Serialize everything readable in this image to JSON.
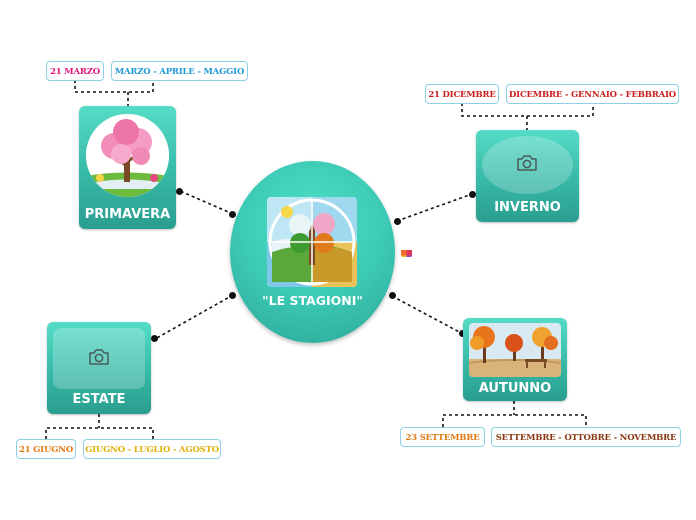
{
  "center": {
    "title": "\"LE STAGIONI\""
  },
  "nodes": {
    "primavera": {
      "label": "PRIMAVERA",
      "date": "21 MARZO",
      "months": "MARZO - APRILE - MAGGIO",
      "date_color": "#e0177a",
      "months_color": "#1f9ad6"
    },
    "inverno": {
      "label": "INVERNO",
      "date": "21 DICEMBRE",
      "months": "DICEMBRE - GENNAIO - FEBBRAIO",
      "date_color": "#c81e1e",
      "months_color": "#c81e1e"
    },
    "estate": {
      "label": "ESTATE",
      "date": "21 GIUGNO",
      "months": "GIUGNO - LUGLIO - AGOSTO",
      "date_color": "#e67a10",
      "months_color": "#e0b20a"
    },
    "autunno": {
      "label": "AUTUNNO",
      "date": "23 SETTEMBRE",
      "months": "SETTEMBRE - OTTOBRE - NOVEMBRE",
      "date_color": "#e07a14",
      "months_color": "#8a3a14"
    }
  },
  "colors": {
    "card_top": "#56dcc6",
    "card_bottom": "#2a9e8f",
    "tag_border": "#8fd0e6"
  },
  "icons": {
    "placeholder": "camera-icon",
    "badge": "color-palette-icon"
  }
}
